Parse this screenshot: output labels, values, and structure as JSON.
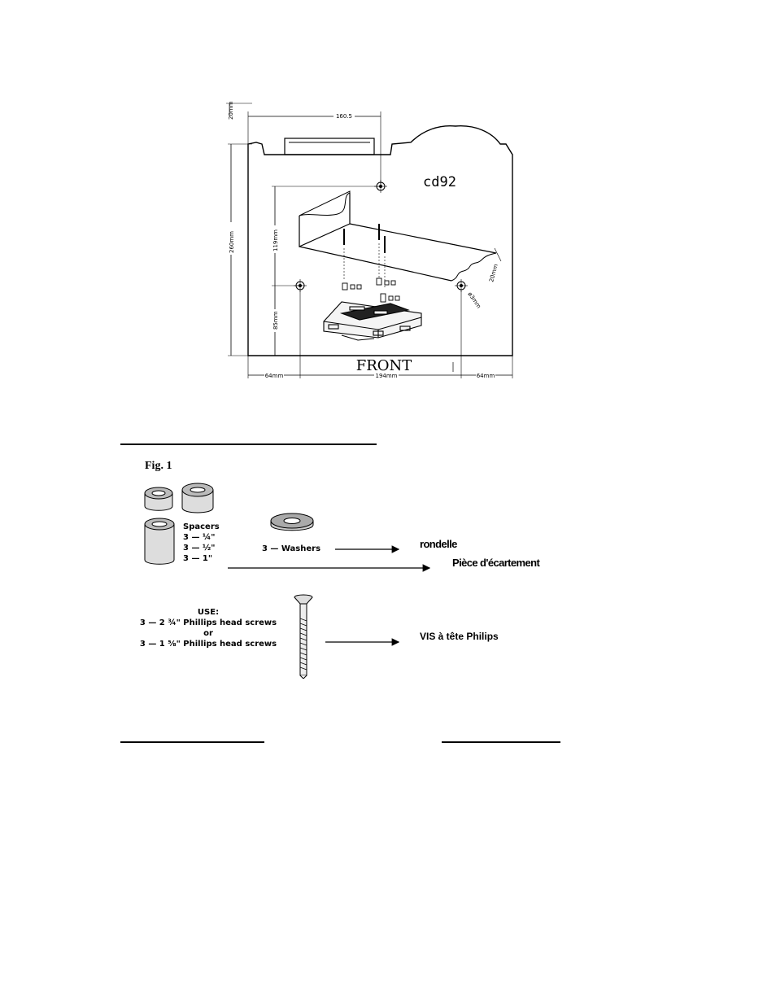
{
  "diagram": {
    "dims": {
      "top_width": "160.5",
      "top_offset": "20mm",
      "total_height": "260mm",
      "upper_height": "119mm",
      "lower_height": "85mm",
      "left_margin": "64mm",
      "center_width": "194mm",
      "right_margin": "64mm",
      "shelf_depth": "20mm",
      "hole_dia": "ø3mm"
    },
    "model_label": "cd92",
    "front_label": "FRONT"
  },
  "figure": {
    "label": "Fig. 1",
    "spacers": {
      "title": "Spacers",
      "lines": [
        "3 — ¼\"",
        "3 — ½\"",
        "3 — 1\""
      ]
    },
    "washers_label": "3 — Washers",
    "washer_fr": "rondelle",
    "spacer_fr": "Pièce d'écartement",
    "screws": {
      "use_label": "USE:",
      "line1": "3 — 2 ¾\" Phillips head screws",
      "or_label": "or",
      "line2": "3 — 1 ⅝\" Phillips head screws"
    },
    "screw_fr": "VIS à tête Philips"
  }
}
